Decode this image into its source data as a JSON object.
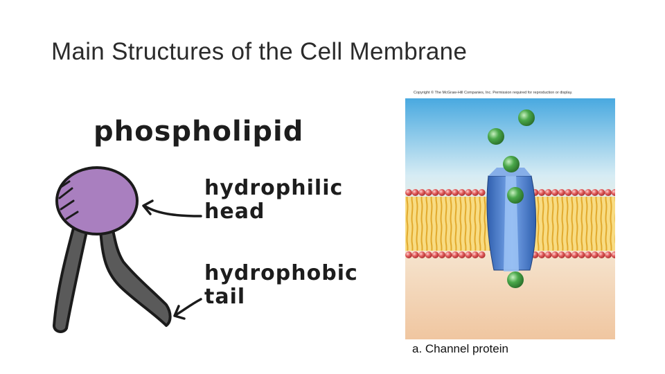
{
  "slide": {
    "title": "Main Structures of the Cell Membrane"
  },
  "phospholipid_sketch": {
    "title": "phospholipid",
    "head_label": [
      "hydrophilic",
      "head"
    ],
    "tail_label": [
      "hydrophobic",
      "tail"
    ],
    "colors": {
      "head": "#a97fbf",
      "tail": "#5a5a5a",
      "outline": "#1b1b1b"
    }
  },
  "channel_figure": {
    "copyright": "Copyright © The McGraw-Hill Companies, Inc. Permission required for reproduction or display.",
    "caption": "a. Channel protein",
    "colors": {
      "water_top": "#49a9e0",
      "water_bottom": "#f0c6a0",
      "lipid_head": "#e05a5a",
      "lipid_tail": "#f3c64a",
      "protein": "#5a8fd6",
      "molecule": "#4aa84a"
    }
  }
}
